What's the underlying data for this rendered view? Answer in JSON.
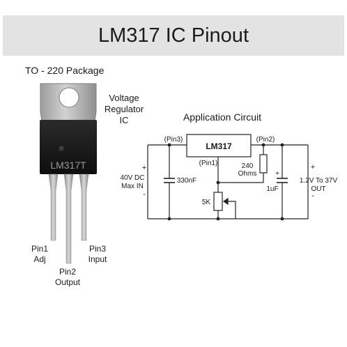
{
  "title": "LM317 IC Pinout",
  "package_label": "TO - 220 Package",
  "chip_marking": "LM317T",
  "side_label": [
    "Voltage",
    "Regulator",
    "IC"
  ],
  "pins": [
    {
      "name": "Pin1",
      "function": "Adj"
    },
    {
      "name": "Pin2",
      "function": "Output"
    },
    {
      "name": "Pin3",
      "function": "Input"
    }
  ],
  "circuit": {
    "title": "Application Circuit",
    "ic_label": "LM317",
    "pin3_label": "(Pin3)",
    "pin2_label": "(Pin2)",
    "pin1_label": "(Pin1)",
    "input_label": [
      "40V DC",
      "Max IN"
    ],
    "output_label": [
      "1.2V To 37V",
      "OUT"
    ],
    "cap_in_label": "330nF",
    "resistor_label": [
      "240",
      "Ohms"
    ],
    "cap_out_label": "1uF",
    "pot_label": "5K",
    "plus": "+",
    "minus": "-"
  },
  "colors": {
    "title_bg": "#e3e3e3",
    "tab_metal": "#b5b5b5",
    "chip_body": "#161616",
    "chip_text": "#9a9a9a",
    "lead_metal": "#a8a8a8",
    "wire": "#222222"
  }
}
